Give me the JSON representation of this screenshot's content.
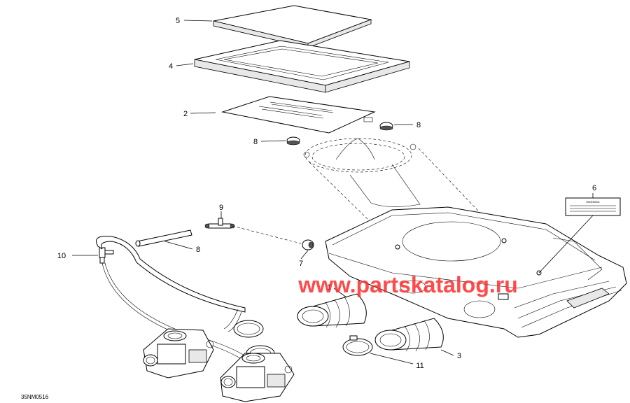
{
  "diagram": {
    "callouts": {
      "c1": "1",
      "c2": "2",
      "c3": "3",
      "c4": "4",
      "c5": "5",
      "c6": "6",
      "c7": "7",
      "c8a": "8",
      "c8b": "8",
      "c8c": "8",
      "c9": "9",
      "c10": "10",
      "c11": "11"
    },
    "drawing_code": "35NM0516",
    "watermark": "www.partskatalog.ru",
    "decal": {
      "heading": "WARNING",
      "lines": [
        "",
        "",
        "",
        ""
      ]
    }
  }
}
